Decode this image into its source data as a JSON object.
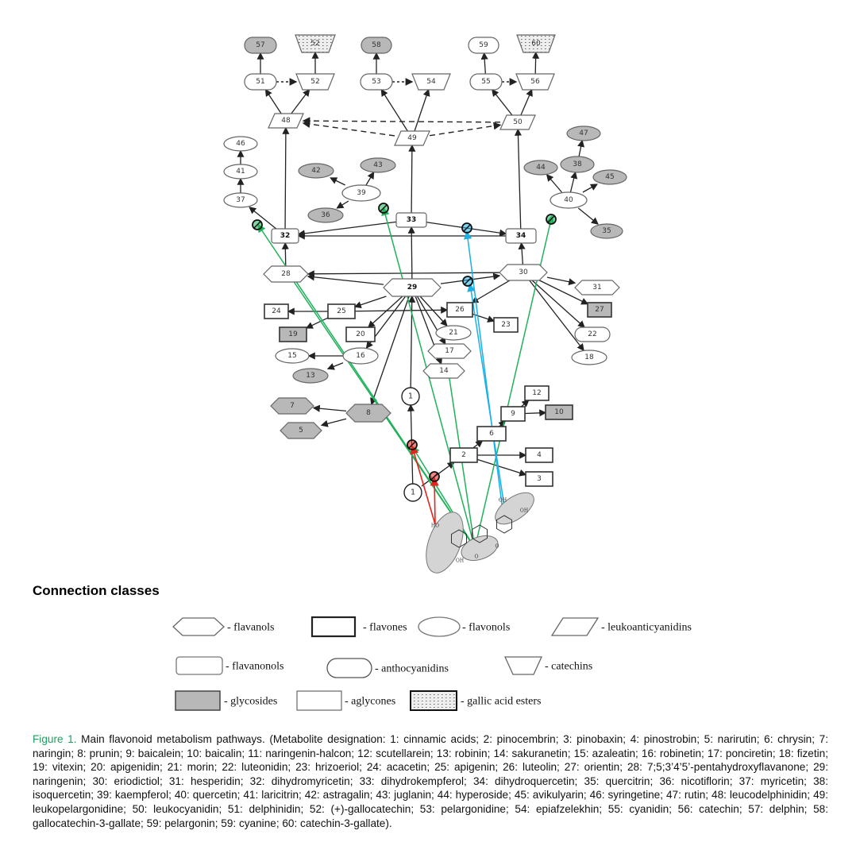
{
  "figure": {
    "section_title": "Connection classes",
    "caption_label": "Figure 1.",
    "caption_text": " Main flavonoid metabolism pathways. (Metabolite designation: 1: cinnamic acids; 2: pinocembrin; 3: pinobaxin; 4: pinostrobin; 5: narirutin; 6: chrysin; 7: naringin; 8: prunin; 9: baicalein; 10: baicalin; 11: naringenin-halcon; 12: scutellarein; 13: robinin; 14: sakuranetin; 15: azaleatin; 16: robinetin; 17: ponciretin; 18: fizetin; 19: vitexin; 20: apigenidin; 21: morin; 22: luteonidin; 23: hrizoeriol; 24: acacetin; 25: apigenin; 26: luteolin; 27: orientin; 28: 7;5;3’4’5’-pentahydroxyflavanone; 29: naringenin; 30: eriodictiol; 31: hesperidin; 32: dihydromyricetin; 33: dihydrokempferol; 34: dihydroquercetin; 35: quercitrin; 36: nicotiflorin; 37: myricetin; 38: isoquercetin; 39: kaempferol; 40: quercetin; 41: laricitrin; 42: astragalin; 43: juglanin; 44: hyperoside; 45: avikulyarin; 46: syringetine; 47: rutin; 48: leucodelphinidin; 49: leukopelargonidine; 50: leukocyanidin; 51: delphinidin; 52: (+)-gallocatechin; 53: pelargonidine; 54: epiafzelekhin; 55: cyanidin; 56: catechin; 57: delphin; 58: gallocatechin-3-gallate; 59: pelargonin; 59: cyanine; 60: catechin-3-gallate)."
  },
  "colors": {
    "glycoside_fill": "#b8b8b8",
    "aglycone_fill": "#ffffff",
    "green_path": "#1fb25a",
    "blue_path": "#1ab0e8",
    "red_path": "#e8221c",
    "caption_accent": "#1aa260"
  },
  "legend": [
    {
      "shape": "hexagon",
      "label": "- flavanols"
    },
    {
      "shape": "rect",
      "label": "- flavones"
    },
    {
      "shape": "ellipse",
      "label": "- flavonols"
    },
    {
      "shape": "parallelogram",
      "label": "- leukoanticyanidins"
    },
    {
      "shape": "rounded-rect",
      "label": "- flavanonols"
    },
    {
      "shape": "stadium",
      "label": "- anthocyanidins"
    },
    {
      "shape": "trapezoid",
      "label": "- catechins"
    },
    {
      "shape": "glycoside-box",
      "label": "- glycosides"
    },
    {
      "shape": "aglycone-box",
      "label": "- aglycones"
    },
    {
      "shape": "gallic-box",
      "label": "- gallic acid esters"
    }
  ],
  "nodes": [
    {
      "id": "n57",
      "label": "57",
      "shape": "stadium",
      "fill": "glycoside"
    },
    {
      "id": "n52top",
      "label": "52",
      "shape": "trapezoid",
      "fill": "gallic"
    },
    {
      "id": "n58",
      "label": "58",
      "shape": "stadium",
      "fill": "glycoside"
    },
    {
      "id": "n59",
      "label": "59",
      "shape": "stadium",
      "fill": "aglycone"
    },
    {
      "id": "n60",
      "label": "60",
      "shape": "trapezoid",
      "fill": "gallic"
    },
    {
      "id": "n51",
      "label": "51",
      "shape": "stadium",
      "fill": "aglycone"
    },
    {
      "id": "n52",
      "label": "52",
      "shape": "trapezoid",
      "fill": "aglycone"
    },
    {
      "id": "n53",
      "label": "53",
      "shape": "stadium",
      "fill": "aglycone"
    },
    {
      "id": "n54",
      "label": "54",
      "shape": "trapezoid",
      "fill": "aglycone"
    },
    {
      "id": "n55",
      "label": "55",
      "shape": "stadium",
      "fill": "aglycone"
    },
    {
      "id": "n56",
      "label": "56",
      "shape": "trapezoid",
      "fill": "aglycone"
    },
    {
      "id": "n48",
      "label": "48",
      "shape": "parallelogram",
      "fill": "aglycone"
    },
    {
      "id": "n49",
      "label": "49",
      "shape": "parallelogram",
      "fill": "aglycone"
    },
    {
      "id": "n50",
      "label": "50",
      "shape": "parallelogram",
      "fill": "aglycone"
    },
    {
      "id": "n46",
      "label": "46",
      "shape": "ellipse",
      "fill": "aglycone"
    },
    {
      "id": "n41",
      "label": "41",
      "shape": "ellipse",
      "fill": "aglycone"
    },
    {
      "id": "n37",
      "label": "37",
      "shape": "ellipse",
      "fill": "aglycone"
    },
    {
      "id": "n42",
      "label": "42",
      "shape": "ellipse",
      "fill": "glycoside"
    },
    {
      "id": "n43",
      "label": "43",
      "shape": "ellipse",
      "fill": "glycoside"
    },
    {
      "id": "n39",
      "label": "39",
      "shape": "ellipse",
      "fill": "aglycone"
    },
    {
      "id": "n36",
      "label": "36",
      "shape": "ellipse",
      "fill": "glycoside"
    },
    {
      "id": "n47",
      "label": "47",
      "shape": "ellipse",
      "fill": "glycoside"
    },
    {
      "id": "n44",
      "label": "44",
      "shape": "ellipse",
      "fill": "glycoside"
    },
    {
      "id": "n38",
      "label": "38",
      "shape": "ellipse",
      "fill": "glycoside"
    },
    {
      "id": "n45",
      "label": "45",
      "shape": "ellipse",
      "fill": "glycoside"
    },
    {
      "id": "n40",
      "label": "40",
      "shape": "ellipse",
      "fill": "aglycone"
    },
    {
      "id": "n35",
      "label": "35",
      "shape": "ellipse",
      "fill": "glycoside"
    },
    {
      "id": "n32",
      "label": "32",
      "shape": "rounded-rect",
      "fill": "aglycone"
    },
    {
      "id": "n33",
      "label": "33",
      "shape": "rounded-rect",
      "fill": "aglycone"
    },
    {
      "id": "n34",
      "label": "34",
      "shape": "rounded-rect",
      "fill": "aglycone"
    },
    {
      "id": "n28",
      "label": "28",
      "shape": "hexagon",
      "fill": "aglycone"
    },
    {
      "id": "n29",
      "label": "29",
      "shape": "hexagon",
      "fill": "aglycone"
    },
    {
      "id": "n30",
      "label": "30",
      "shape": "hexagon",
      "fill": "aglycone"
    },
    {
      "id": "n31",
      "label": "31",
      "shape": "hexagon",
      "fill": "aglycone"
    },
    {
      "id": "n24",
      "label": "24",
      "shape": "rect",
      "fill": "aglycone"
    },
    {
      "id": "n25",
      "label": "25",
      "shape": "rect",
      "fill": "aglycone"
    },
    {
      "id": "n26",
      "label": "26",
      "shape": "rect",
      "fill": "aglycone"
    },
    {
      "id": "n27",
      "label": "27",
      "shape": "rect",
      "fill": "glycoside"
    },
    {
      "id": "n23",
      "label": "23",
      "shape": "rect",
      "fill": "aglycone"
    },
    {
      "id": "n19",
      "label": "19",
      "shape": "rect",
      "fill": "glycoside"
    },
    {
      "id": "n20",
      "label": "20",
      "shape": "rect",
      "fill": "aglycone"
    },
    {
      "id": "n21",
      "label": "21",
      "shape": "ellipse",
      "fill": "aglycone"
    },
    {
      "id": "n22",
      "label": "22",
      "shape": "stadium",
      "fill": "aglycone"
    },
    {
      "id": "n17",
      "label": "17",
      "shape": "hexagon",
      "fill": "aglycone"
    },
    {
      "id": "n18",
      "label": "18",
      "shape": "ellipse",
      "fill": "aglycone"
    },
    {
      "id": "n15",
      "label": "15",
      "shape": "ellipse",
      "fill": "aglycone"
    },
    {
      "id": "n16",
      "label": "16",
      "shape": "ellipse",
      "fill": "aglycone"
    },
    {
      "id": "n13",
      "label": "13",
      "shape": "ellipse",
      "fill": "glycoside"
    },
    {
      "id": "n14",
      "label": "14",
      "shape": "hexagon",
      "fill": "aglycone"
    },
    {
      "id": "n1a",
      "label": "1",
      "shape": "circle",
      "fill": "aglycone"
    },
    {
      "id": "n7",
      "label": "7",
      "shape": "hexagon",
      "fill": "glycoside"
    },
    {
      "id": "n8",
      "label": "8",
      "shape": "hexagon",
      "fill": "glycoside"
    },
    {
      "id": "n5",
      "label": "5",
      "shape": "hexagon",
      "fill": "glycoside"
    },
    {
      "id": "n12",
      "label": "12",
      "shape": "rect",
      "fill": "aglycone"
    },
    {
      "id": "n9",
      "label": "9",
      "shape": "rect",
      "fill": "aglycone"
    },
    {
      "id": "n10",
      "label": "10",
      "shape": "rect",
      "fill": "glycoside"
    },
    {
      "id": "n6",
      "label": "6",
      "shape": "rect",
      "fill": "aglycone"
    },
    {
      "id": "n2",
      "label": "2",
      "shape": "rect",
      "fill": "aglycone"
    },
    {
      "id": "n4",
      "label": "4",
      "shape": "rect",
      "fill": "aglycone"
    },
    {
      "id": "n3",
      "label": "3",
      "shape": "rect",
      "fill": "aglycone"
    },
    {
      "id": "n1b",
      "label": "1",
      "shape": "circle",
      "fill": "aglycone"
    }
  ],
  "molecule_labels": [
    "HO",
    "OH",
    "O",
    "O",
    "OH",
    "OH",
    "OH"
  ]
}
